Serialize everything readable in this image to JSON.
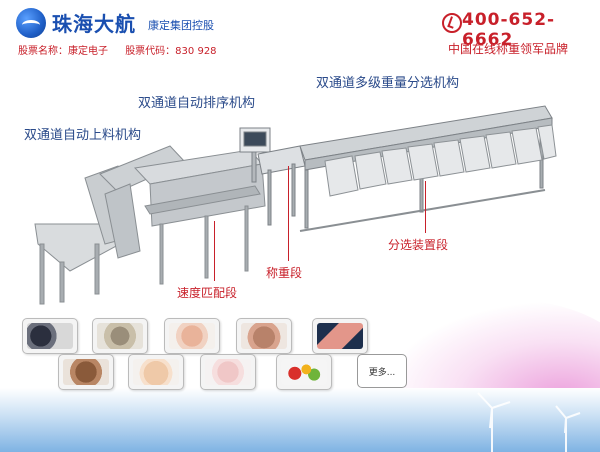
{
  "header": {
    "brand_name": "珠海大航",
    "brand_sub": "康定集团控股",
    "stock_name": "股票名称：康定电子",
    "stock_code": "股票代码：830 928",
    "phone": "400-652-6662",
    "slogan": "中国在线称重领军品牌"
  },
  "machine": {
    "labels": {
      "auto_feed": "双通道自动上料机构",
      "auto_sort": "双通道自动排序机构",
      "multi_grade": "双通道多级重量分选机构",
      "speed_match": "速度匹配段",
      "weighing": "称重段",
      "sorting": "分选装置段"
    }
  },
  "thumbnails": {
    "more_label": "更多..."
  },
  "colors": {
    "brand_blue": "#1a4fb0",
    "accent_red": "#c8202a",
    "label_blue": "#2a4a8a"
  }
}
